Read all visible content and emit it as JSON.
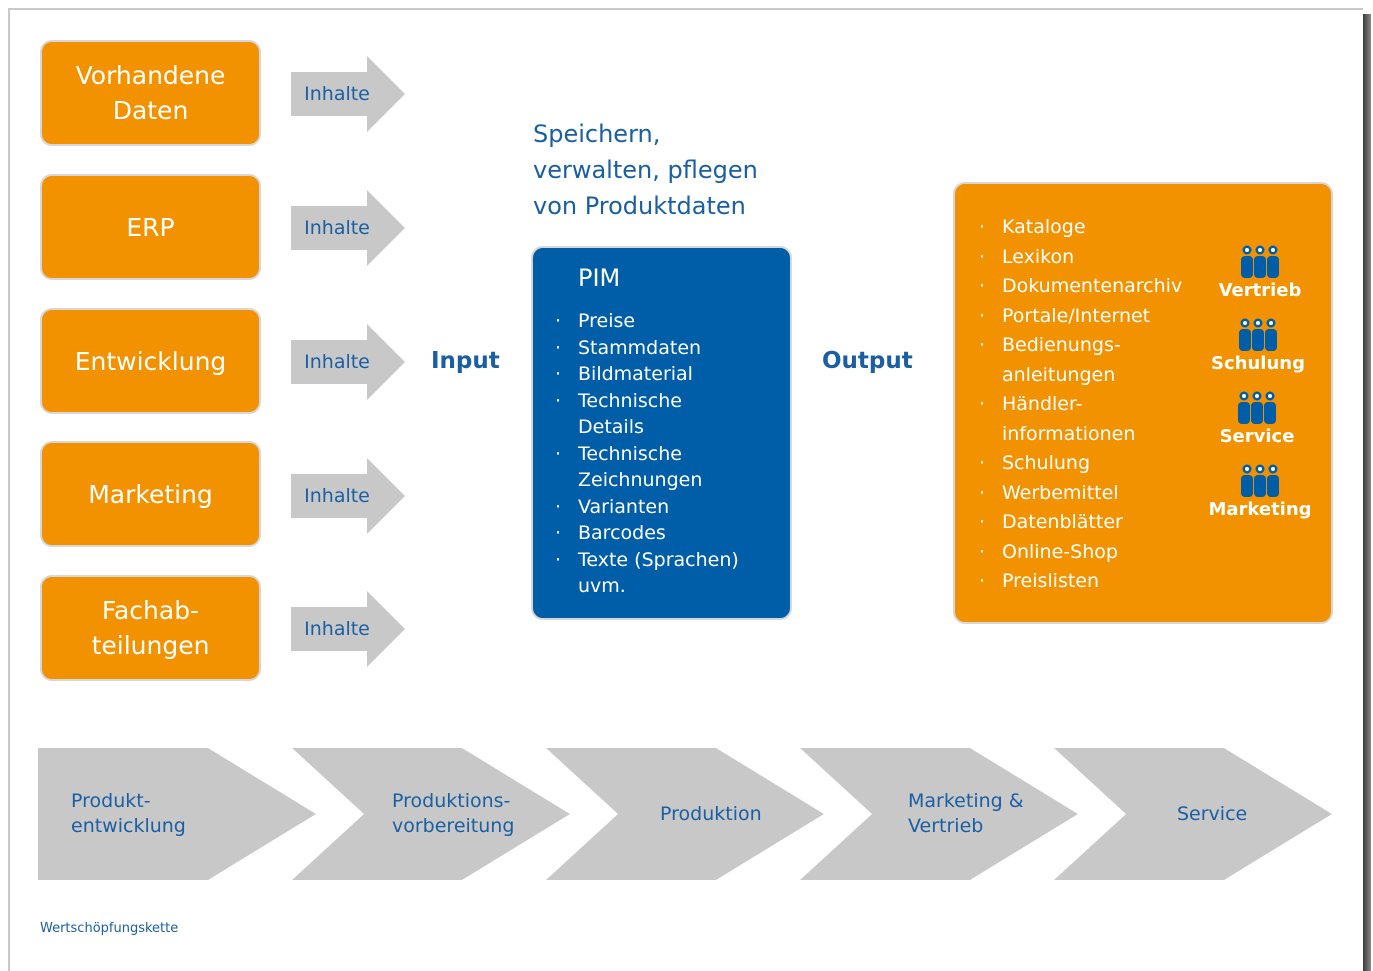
{
  "sources": [
    {
      "label": "Vorhandene\nDaten",
      "arrow": "Inhalte"
    },
    {
      "label": "ERP",
      "arrow": "Inhalte"
    },
    {
      "label": "Entwicklung",
      "arrow": "Inhalte"
    },
    {
      "label": "Marketing",
      "arrow": "Inhalte"
    },
    {
      "label": "Fachab-\nteilungen",
      "arrow": "Inhalte"
    }
  ],
  "heading": "Speichern,\nverwalten, pflegen\nvon Produktdaten",
  "input_label": "Input",
  "output_label": "Output",
  "pim": {
    "title": "PIM",
    "items": [
      "Preise",
      "Stammdaten",
      "Bildmaterial",
      "Technische\nDetails",
      "Technische\nZeichnungen",
      "Varianten",
      "Barcodes",
      "Texte (Sprachen)\nuvm."
    ]
  },
  "output": {
    "items": [
      "Kataloge",
      "Lexikon",
      "Dokumentenarchiv",
      "Portale/Internet",
      "Bedienungs-\nanleitungen",
      "Händler-\ninformationen",
      "Schulung",
      "Werbemittel",
      "Datenblätter",
      "Online-Shop",
      "Preislisten"
    ],
    "roles": [
      "Vertrieb",
      "Schulung",
      "Service",
      "Marketing"
    ]
  },
  "chain": [
    "Produkt-\nentwicklung",
    "Produktions-\nvorbereitung",
    "Produktion",
    "Marketing &\nVertrieb",
    "Service"
  ],
  "caption": "Wertschöpfungskette",
  "bullet": "·",
  "colors": {
    "orange": "#f39200",
    "blue": "#005ea8",
    "text_blue": "#1a5fa3",
    "gray": "#c8c8c8"
  }
}
